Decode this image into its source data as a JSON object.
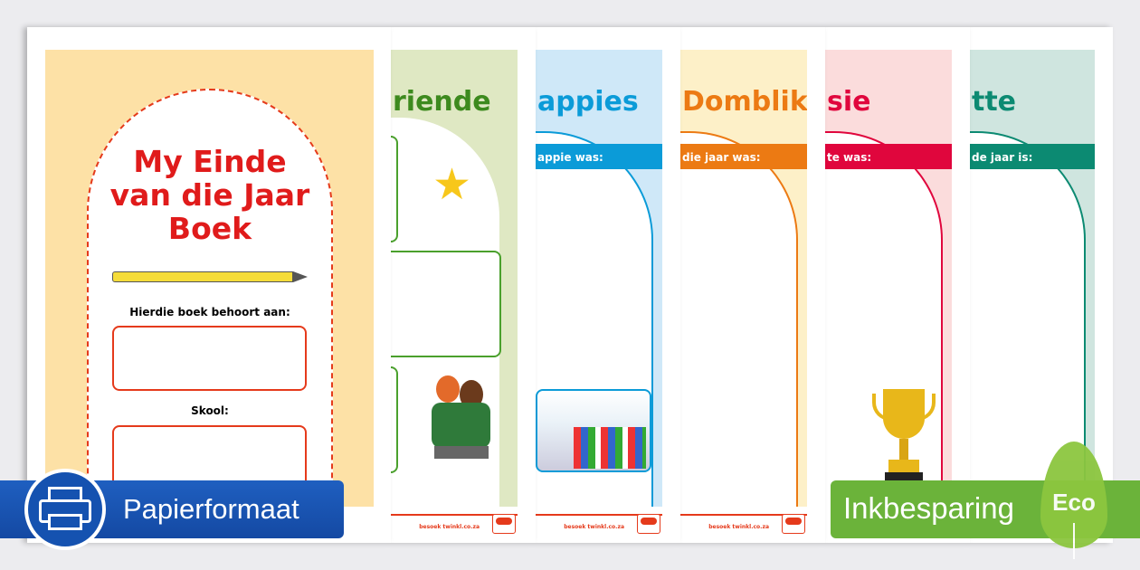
{
  "cover": {
    "title_line1": "My Einde",
    "title_line2": "van die Jaar",
    "title_line3": "Boek",
    "owner_label": "Hierdie boek behoort aan:",
    "school_label": "Skool:"
  },
  "pages": [
    {
      "title": "riende",
      "strip": "",
      "color": "#3d8a1e",
      "panel": "#dfe8c3"
    },
    {
      "title": "appies",
      "strip": "appie was:",
      "color": "#0b9bd8",
      "panel": "#cfe8f8"
    },
    {
      "title": "Domblik",
      "strip": "die jaar was:",
      "color": "#ec7a13",
      "panel": "#fdf0c8"
    },
    {
      "title": "sie",
      "strip": "te was:",
      "color": "#e0063d",
      "panel": "#fbdcdc"
    },
    {
      "title": "tte",
      "strip": "de jaar is:",
      "color": "#0c8a72",
      "panel": "#cfe5df"
    }
  ],
  "footer_text": "besoek twinkl.co.za",
  "badges": {
    "paper": "Papierformaat",
    "ink": "Inkbesparing",
    "eco": "Eco"
  }
}
